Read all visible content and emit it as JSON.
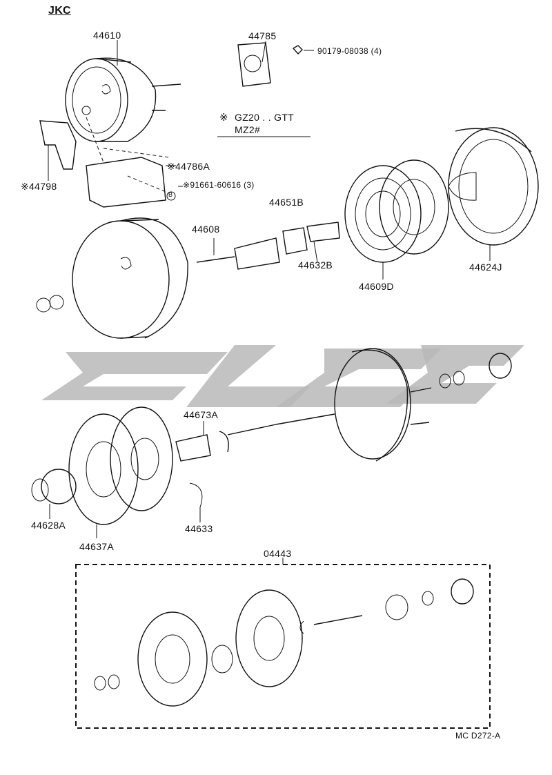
{
  "diagram": {
    "header_code": "JKC",
    "footer_code": "MC D272-A",
    "condition_note": {
      "symbol": "※",
      "line1": "GZ20 . . GTT",
      "line2": "MZ2#"
    },
    "part_labels": {
      "p44610": "44610",
      "p44785": "44785",
      "p90179": "90179-08038 (4)",
      "p44786A": "※44786A",
      "p91661": "※91661-60616 (3)",
      "p44798": "※44798",
      "circle_b": "B",
      "p44651B": "44651B",
      "p44608": "44608",
      "p44632B": "44632B",
      "p44609D": "44609D",
      "p44624J": "44624J",
      "p44673A": "44673A",
      "p44628A": "44628A",
      "p44637A": "44637A",
      "p44633": "44633",
      "p04443": "04443"
    }
  }
}
